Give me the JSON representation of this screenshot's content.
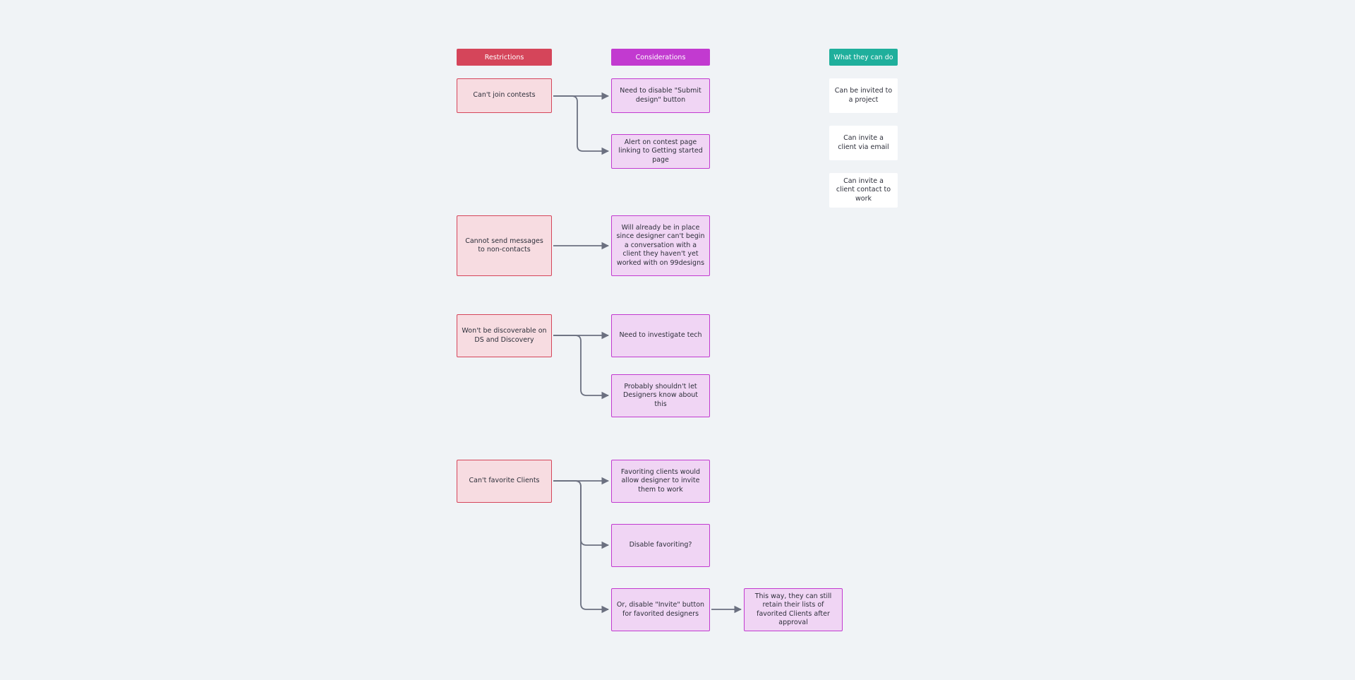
{
  "headers": {
    "restrictions": "Restrictions",
    "considerations": "Considerations",
    "what_they_can_do": "What they can do"
  },
  "restrictions": [
    "Can't join contests",
    "Cannot send messages to non-contacts",
    "Won't be discoverable on DS and Discovery",
    "Can't favorite Clients"
  ],
  "considerations": [
    "Need to disable \"Submit design\" button",
    "Alert on contest page linking to Getting started page",
    "Will already be in place since designer can't begin a conversation with a client they haven't yet worked with on 99designs",
    "Need to investigate tech",
    "Probably shouldn't let Designers know about this",
    "Favoriting clients would allow designer to invite them to work",
    "Disable favoriting?",
    "Or, disable \"Invite\" button for favorited designers",
    "This way, they can still retain their lists of favorited Clients after approval"
  ],
  "what_they_can_do": [
    "Can be invited to a project",
    "Can invite a client via email",
    "Can invite a client contact to work"
  ],
  "colors": {
    "background": "#f0f3f6",
    "restriction_accent": "#d5455a",
    "restriction_fill": "#f7dce1",
    "consideration_accent": "#c23ad0",
    "consideration_fill": "#f0d5f4",
    "can_do_accent": "#1faf9c",
    "connector": "#6b7080"
  }
}
